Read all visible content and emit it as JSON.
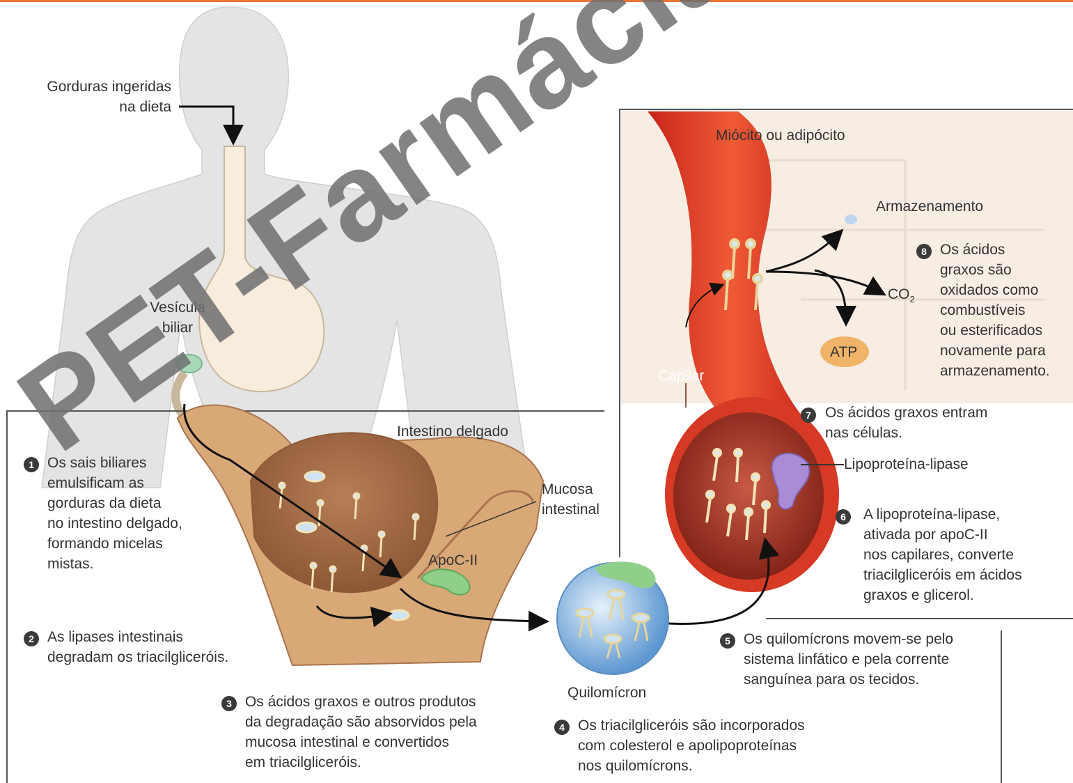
{
  "colors": {
    "top_rule": "#e8763a",
    "body_silhouette": "#e4e4e4",
    "intestine_tan": "#d9a877",
    "capillary_red": "#e0452a",
    "chylomicron_blue": "#7fb3e0",
    "apo_green": "#8fcf8a",
    "lipase_purple": "#a98bd6",
    "atp_orange": "#f0b469"
  },
  "labels": {
    "dietary_fats": [
      "Gorduras ingeridas",
      "na dieta"
    ],
    "gallbladder": [
      "Vesícula",
      "biliar"
    ],
    "small_intestine": "Intestino delgado",
    "intestinal_mucosa": [
      "Mucosa",
      "intestinal"
    ],
    "apoc2": "ApoC-II",
    "chylomicron": "Quilomícron",
    "myocyte_adipocyte": "Miócito ou adipócito",
    "storage": "Armazenamento",
    "co2_main": "CO",
    "co2_sub": "2",
    "atp": "ATP",
    "capillary": "Capilar",
    "lipoprotein_lipase": "Lipoproteína-lipase"
  },
  "steps": [
    {
      "num": "1",
      "lines": [
        "Os sais biliares",
        "emulsificam as",
        "gorduras da dieta",
        "no intestino delgado,",
        "formando micelas",
        "mistas."
      ]
    },
    {
      "num": "2",
      "lines": [
        "As lipases intestinais",
        "degradam os triacilgliceróis."
      ]
    },
    {
      "num": "3",
      "lines": [
        "Os ácidos graxos e outros produtos",
        "da degradação são absorvidos pela",
        "mucosa intestinal e convertidos",
        "em triacilgliceróis."
      ]
    },
    {
      "num": "4",
      "lines": [
        "Os triacilgliceróis são incorporados",
        "com colesterol e apolipoproteínas",
        "nos quilomícrons."
      ]
    },
    {
      "num": "5",
      "lines": [
        "Os quilomícrons movem-se pelo",
        "sistema linfático e pela corrente",
        "sanguínea para os tecidos."
      ]
    },
    {
      "num": "6",
      "lines": [
        "A lipoproteína-lipase,",
        "ativada por apoC-II",
        "nos capilares, converte",
        "triacilgliceróis em ácidos",
        "graxos e glicerol."
      ]
    },
    {
      "num": "7",
      "lines": [
        "Os ácidos graxos entram",
        "nas células."
      ]
    },
    {
      "num": "8",
      "lines": [
        "Os ácidos",
        "graxos são",
        "oxidados como",
        "combustíveis",
        "ou esterificados",
        "novamente para",
        "armazenamento."
      ]
    }
  ],
  "watermark": "PET-Farmácia UFPB"
}
